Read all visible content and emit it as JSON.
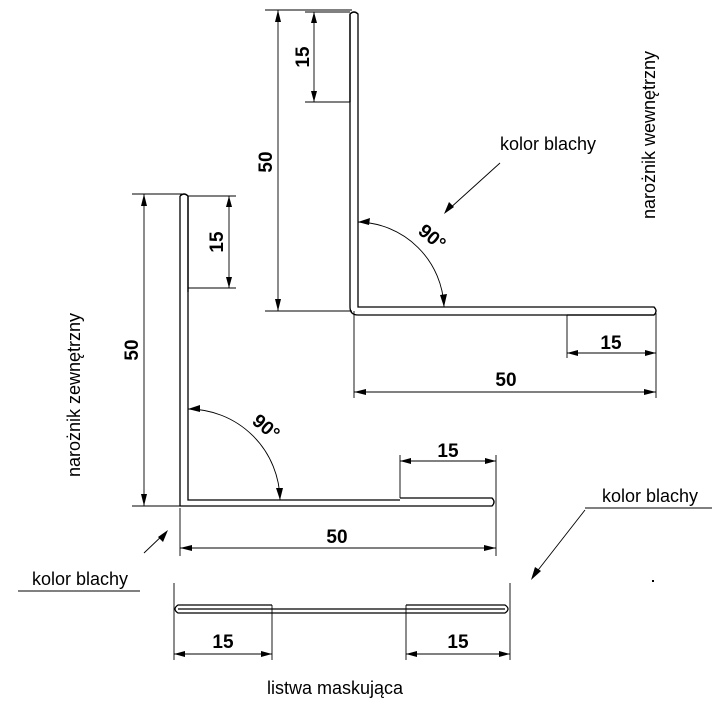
{
  "inner_corner": {
    "title": "narożnik wewnętrzny",
    "color_label": "kolor blachy",
    "dim_vertical": "50",
    "dim_fold": "15",
    "dim_horizontal": "50",
    "dim_fold_horizontal": "15",
    "angle": "90°"
  },
  "outer_corner": {
    "title": "narożnik zewnętrzny",
    "color_label": "kolor blachy",
    "dim_vertical": "50",
    "dim_fold": "15",
    "dim_horizontal": "50",
    "dim_fold_horizontal": "15",
    "angle": "90°"
  },
  "strip": {
    "title": "listwa maskująca",
    "color_label": "kolor blachy",
    "dim_left": "15",
    "dim_right": "15"
  }
}
